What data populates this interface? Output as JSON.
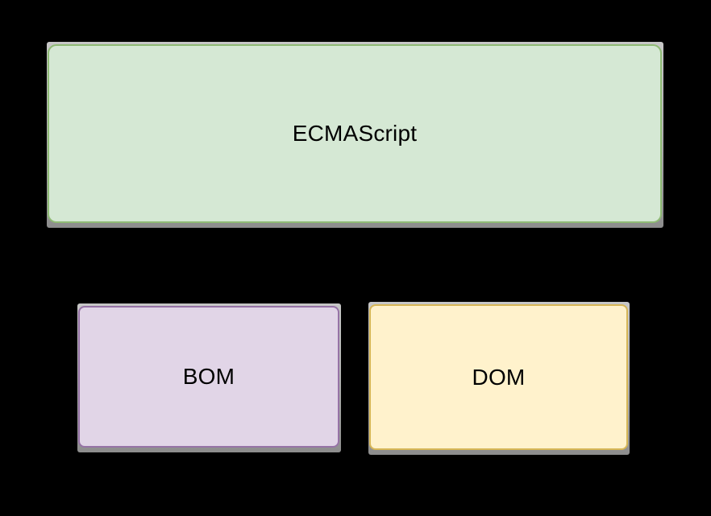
{
  "diagram": {
    "background_color": "#000000",
    "text_color": "#000000",
    "shadow_color": "#9b9b9b",
    "boxes": [
      {
        "id": "ecmascript",
        "label": "ECMAScript",
        "fill": "#d5e8d4",
        "stroke": "#8fbb75"
      },
      {
        "id": "bom",
        "label": "BOM",
        "fill": "#e1d5e7",
        "stroke": "#9673a6"
      },
      {
        "id": "dom",
        "label": "DOM",
        "fill": "#fff2cc",
        "stroke": "#d6b656"
      }
    ]
  }
}
